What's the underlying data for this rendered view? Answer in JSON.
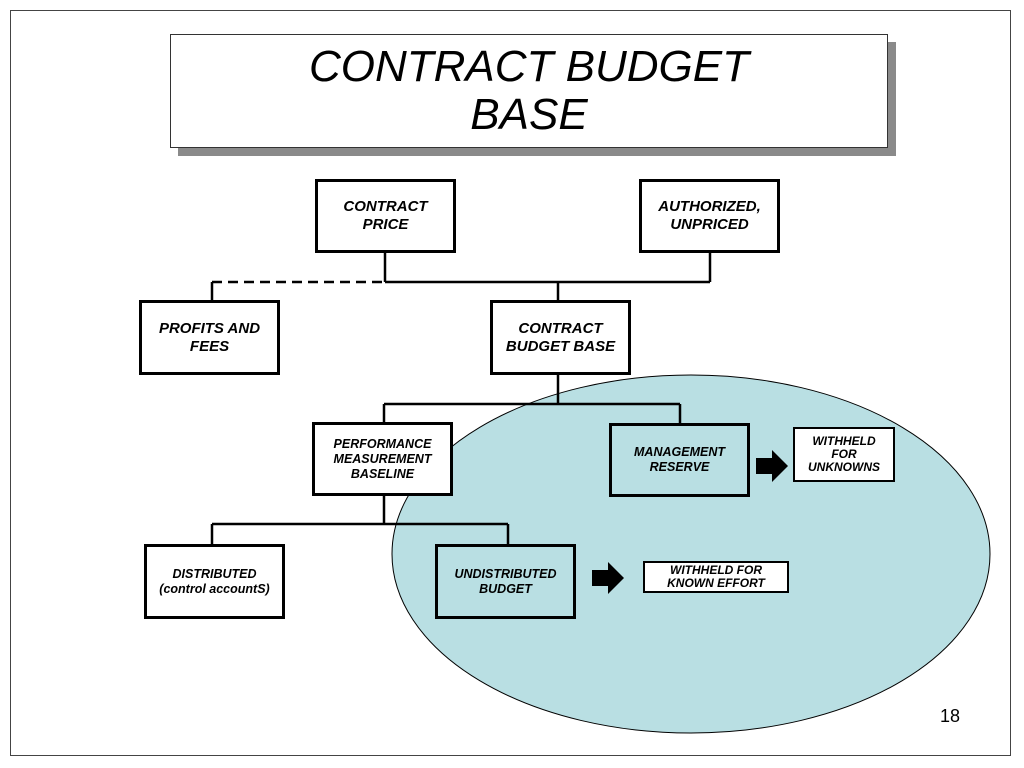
{
  "slide": {
    "title_line1": "CONTRACT BUDGET",
    "title_line2": "BASE",
    "page_number": "18"
  },
  "boxes": {
    "contract_price": [
      "CONTRACT",
      "PRICE"
    ],
    "authorized_unpriced": [
      "AUTHORIZED,",
      "UNPRICED"
    ],
    "profits_and_fees": [
      "PROFITS AND",
      "FEES"
    ],
    "contract_budget_base": [
      "CONTRACT",
      "BUDGET BASE"
    ],
    "performance_measurement_baseline": [
      "PERFORMANCE",
      "MEASUREMENT",
      "BASELINE"
    ],
    "management_reserve": [
      "MANAGEMENT",
      "RESERVE"
    ],
    "withheld_for_unknowns": [
      "WITHHELD",
      "FOR",
      "UNKNOWNS"
    ],
    "distributed": [
      "DISTRIBUTED",
      "(control accountS)"
    ],
    "undistributed_budget": [
      "UNDISTRIBUTED",
      "BUDGET"
    ],
    "withheld_for_known_effort": [
      "WITHHELD FOR",
      "KNOWN EFFORT"
    ]
  },
  "colors": {
    "ellipse_fill": "#b9dfe3",
    "line": "#000000",
    "title_shadow": "#8a8a8a"
  },
  "icons": [
    "right-arrow-icon",
    "right-arrow-icon"
  ]
}
